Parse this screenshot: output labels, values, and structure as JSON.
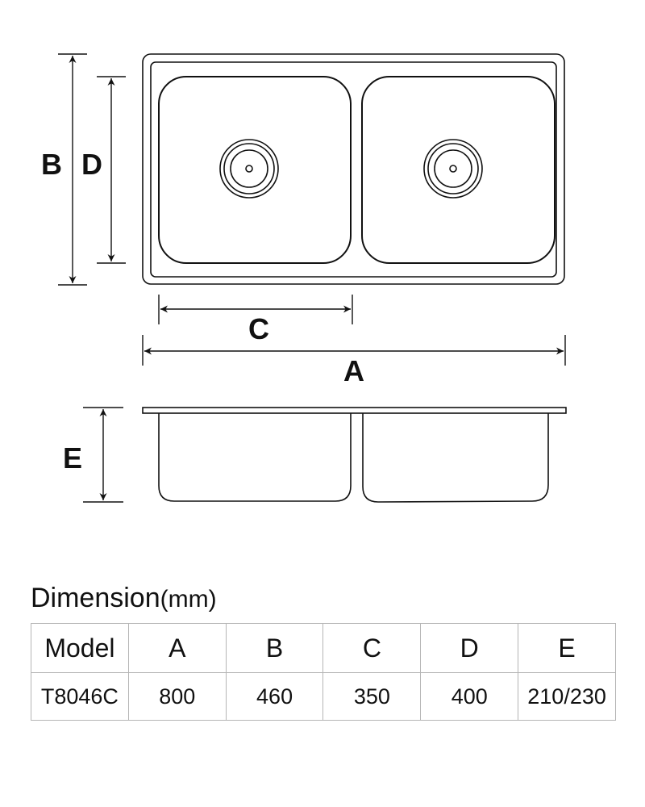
{
  "drawing": {
    "labels": {
      "a": "A",
      "b": "B",
      "c": "C",
      "d": "D",
      "e": "E"
    }
  },
  "table": {
    "title": "Dimension",
    "unit": "(mm)",
    "headers": [
      "Model",
      "A",
      "B",
      "C",
      "D",
      "E"
    ],
    "rows": [
      [
        "T8046C",
        "800",
        "460",
        "350",
        "400",
        "210/230"
      ]
    ]
  }
}
